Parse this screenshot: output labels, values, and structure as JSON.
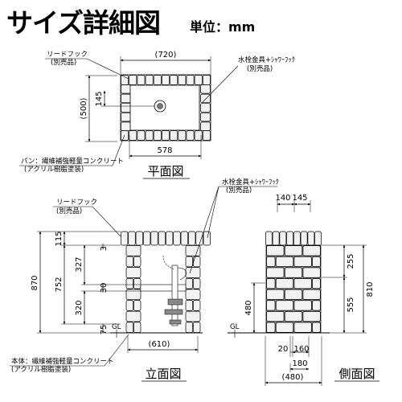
{
  "header": {
    "title": "サイズ詳細図",
    "unit": "単位：mm"
  },
  "plan": {
    "view_title": "平面図",
    "dims": {
      "outer_width": "(720)",
      "outer_depth": "(500)",
      "faucet_offset": "145",
      "inner_width": "578"
    },
    "labels": {
      "reed_hook": "リードフック",
      "reed_hook_sep": "(別売品)",
      "faucet_fitting": "水栓金具+ｼｬﾜｰﾌｯｸ",
      "faucet_fitting_sep": "(別売品)",
      "pan_material": "パン：繊維補強軽量コンクリート",
      "pan_coating": "(アクリル樹脂塗装)"
    }
  },
  "front": {
    "view_title": "立面図",
    "dims": {
      "total_height": "870",
      "top_115": "115",
      "top_3": "3",
      "mid_752": "752",
      "d327": "327",
      "d30": "30",
      "d320": "320",
      "d75": "75",
      "width": "(610)"
    },
    "labels": {
      "reed_hook": "リードフック",
      "reed_hook_sep": "(別売品)",
      "gl": "GL",
      "body_material": "本体：繊維補強軽量コンクリート",
      "body_coating": "(アクリル樹脂塗装)"
    }
  },
  "side": {
    "view_title": "側面図",
    "dims": {
      "top_140": "140",
      "top_145": "145",
      "d255": "255",
      "d810": "810",
      "d555": "555",
      "d480": "480",
      "b20": "20",
      "b160": "160",
      "b180": "180",
      "b480": "(480)"
    },
    "labels": {
      "faucet_fitting": "水栓金具+ｼｬﾜｰﾌｯｸ",
      "faucet_fitting_sep": "(別売品)",
      "gl": "GL"
    }
  }
}
